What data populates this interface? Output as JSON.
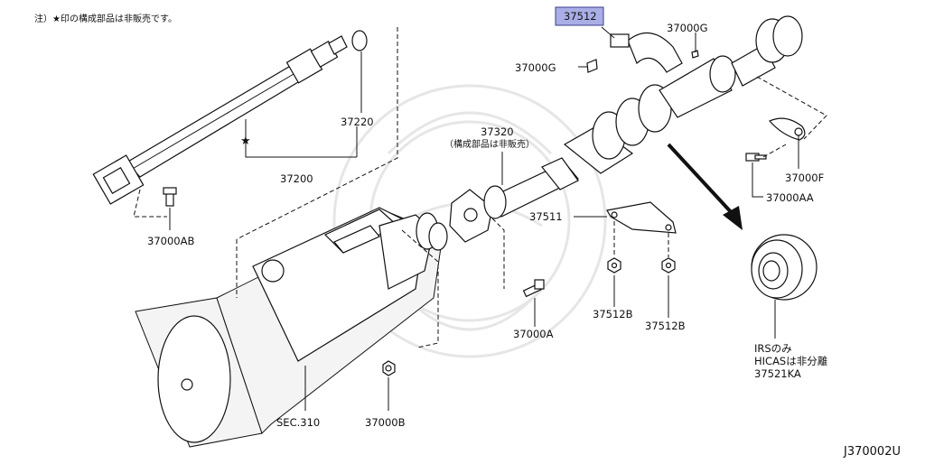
{
  "diagram": {
    "note": "注）★印の構成部品は非販売です。",
    "reference_code": "J370002U",
    "highlighted_part": "37512",
    "labels": {
      "p37512": "37512",
      "p37000G_top": "37000G",
      "p37000G_left": "37000G",
      "p37220": "37220",
      "p37200": "37200",
      "p37320": "37320",
      "p37320_note": "（構成部品は非販売）",
      "p37000AB": "37000AB",
      "p37511": "37511",
      "p37000F": "37000F",
      "p37000AA": "37000AA",
      "p37512B_left": "37512B",
      "p37512B_right": "37512B",
      "p37000A": "37000A",
      "p37000B": "37000B",
      "sec310": "SEC.310",
      "irs_note": "IRSのみ",
      "hicas_note": "HICASは非分離",
      "p37521KA": "37521KA",
      "star": "★"
    },
    "colors": {
      "highlight": "#a9aee6",
      "line": "#111111",
      "watermark": "#e6e6e6"
    }
  }
}
